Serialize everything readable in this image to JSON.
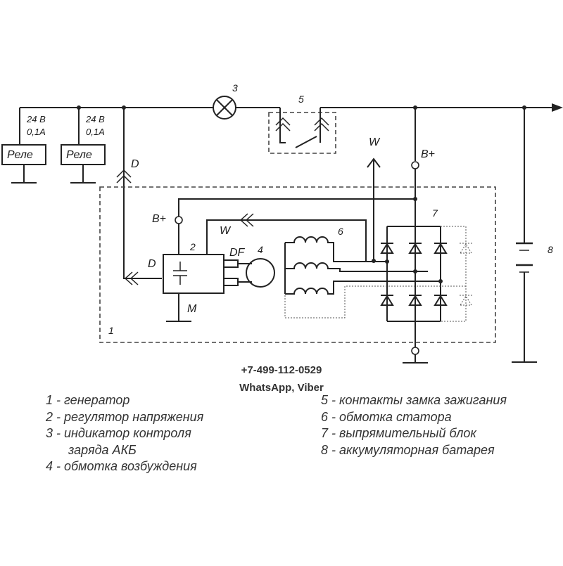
{
  "labels": {
    "rele_1": "Реле",
    "rele_2": "Реле",
    "volt_1": "24 В",
    "amp_1": "0,1А",
    "volt_2": "24 В",
    "amp_2": "0,1А",
    "d_top": "D",
    "d_reg": "D",
    "w_top": "W",
    "w_reg": "W",
    "bplus_rect": "B+",
    "bplus_reg": "B+",
    "df": "DF",
    "m": "M",
    "n1": "1",
    "n2": "2",
    "n3": "3",
    "n4": "4",
    "n5": "5",
    "n6": "6",
    "n7": "7",
    "n8": "8"
  },
  "contact": {
    "phone": "+7-499-112-0529",
    "messengers": "WhatsApp, Viber"
  },
  "legend_left": [
    "1 - генератор",
    "2 - регулятор напряжения",
    "3 - индикатор контроля",
    "заряда АКБ",
    "4 - обмотка возбуждения"
  ],
  "legend_right": [
    "5 - контакты замка зажигания",
    "6 - обмотка статора",
    "7 - выпрямительный блок",
    "8 - аккумуляторная батарея"
  ]
}
